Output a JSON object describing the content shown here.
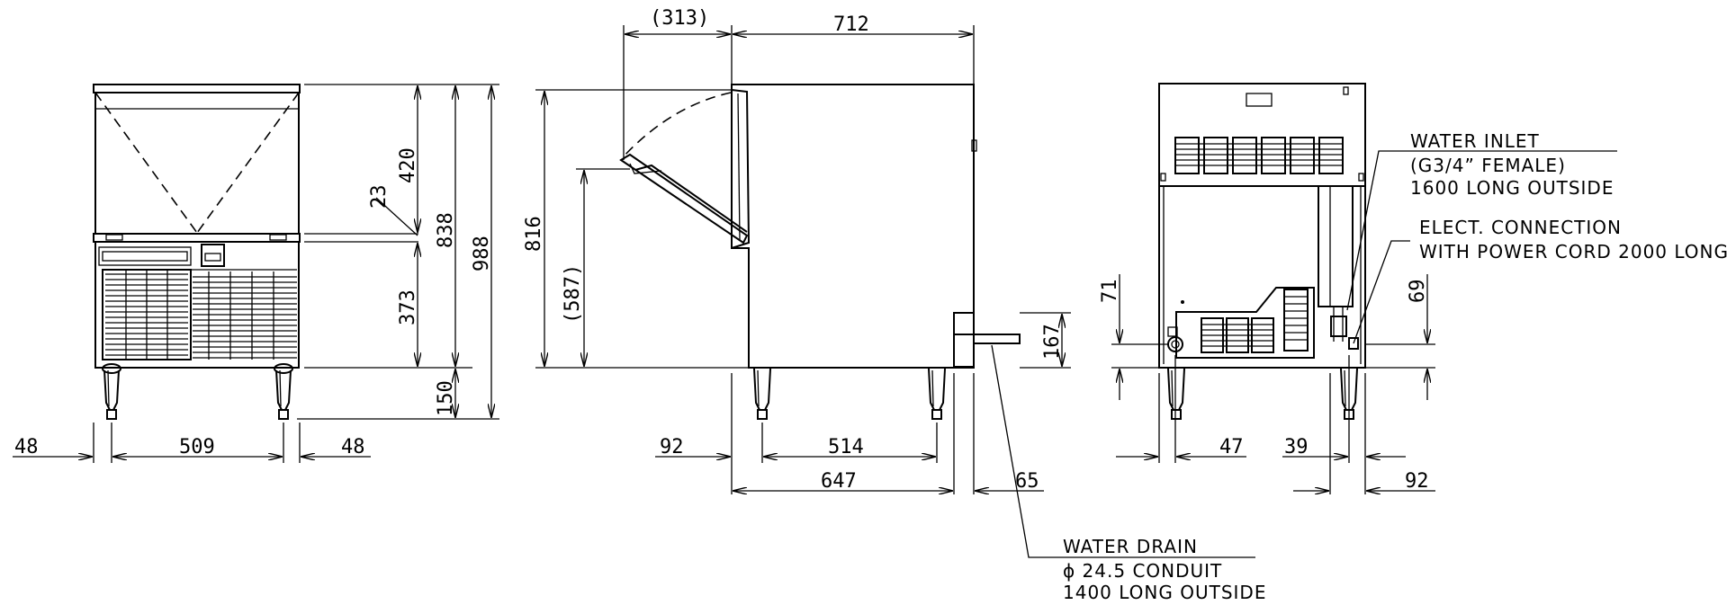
{
  "front_view": {
    "width_left_leg": "48",
    "width_between": "509",
    "width_right_leg": "48",
    "height_upper": "420",
    "height_lower": "373",
    "height_leg": "150",
    "height_gap": "23",
    "height_body": "838",
    "height_total": "988"
  },
  "side_view": {
    "door_swing": "(313)",
    "depth_total": "712",
    "height_body": "816",
    "height_door_open": "(587)",
    "drain_height": "167",
    "front_offset": "92",
    "leg_spacing": "514",
    "depth_base": "647",
    "drain_offset": "65",
    "water_drain": {
      "title": "WATER DRAIN",
      "line1": "ϕ 24.5  CONDUIT",
      "line2": "1400 LONG OUTSIDE"
    }
  },
  "rear_view": {
    "left_height": "71",
    "right_height": "69",
    "left_offset": "47",
    "right_offset": "39",
    "right_edge": "92",
    "water_inlet": {
      "title": "WATER INLET",
      "line1": "(G3/4” FEMALE)",
      "line2": "1600 LONG OUTSIDE"
    },
    "elect_connection": {
      "title": "ELECT. CONNECTION",
      "line1": "WITH POWER CORD 2000 LONG"
    }
  }
}
